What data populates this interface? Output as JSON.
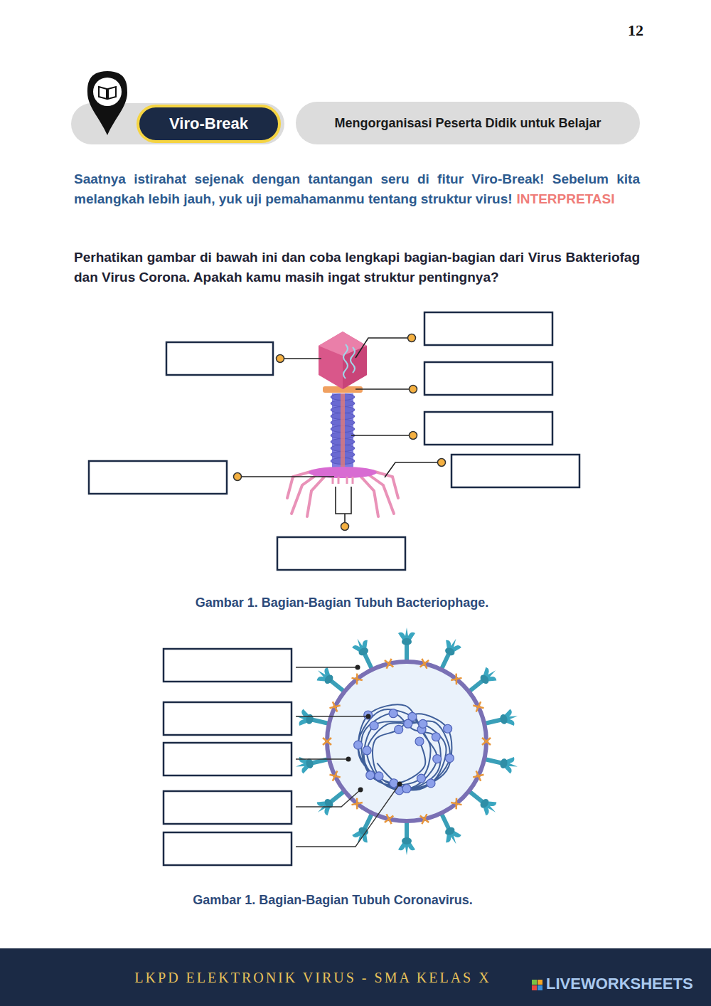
{
  "diagram": {
    "nodes": [
      {
        "text": [
          "Viro-Break"
        ]
      },
      {
        "text": [
          "Mengorganisasi Peserta Didik untuk Belajar"
        ]
      }
    ],
    "edges": [],
    "labels": [
      "12",
      "Saatnya istirahat sejenak dengan tantangan seru di fitur Viro-Break! Sebelum kita melangkah lebih jauh, yuk uji pemahamanmu tentang struktur virus!",
      "INTERPRETASI",
      "Perhatikan gambar di bawah ini dan coba lengkapi bagian-bagian dari Virus Bakteriofag dan Virus Corona. Apakah kamu masih ingat struktur pentingnya?",
      "Gambar 1. Bagian-Bagian Tubuh Bacteriophage.",
      "Gambar 1. Bagian-Bagian Tubuh Coronavirus.",
      "LKPD ELEKTRONIK VIRUS - SMA KELAS X",
      "LIVEWORKSHEETS"
    ]
  }
}
